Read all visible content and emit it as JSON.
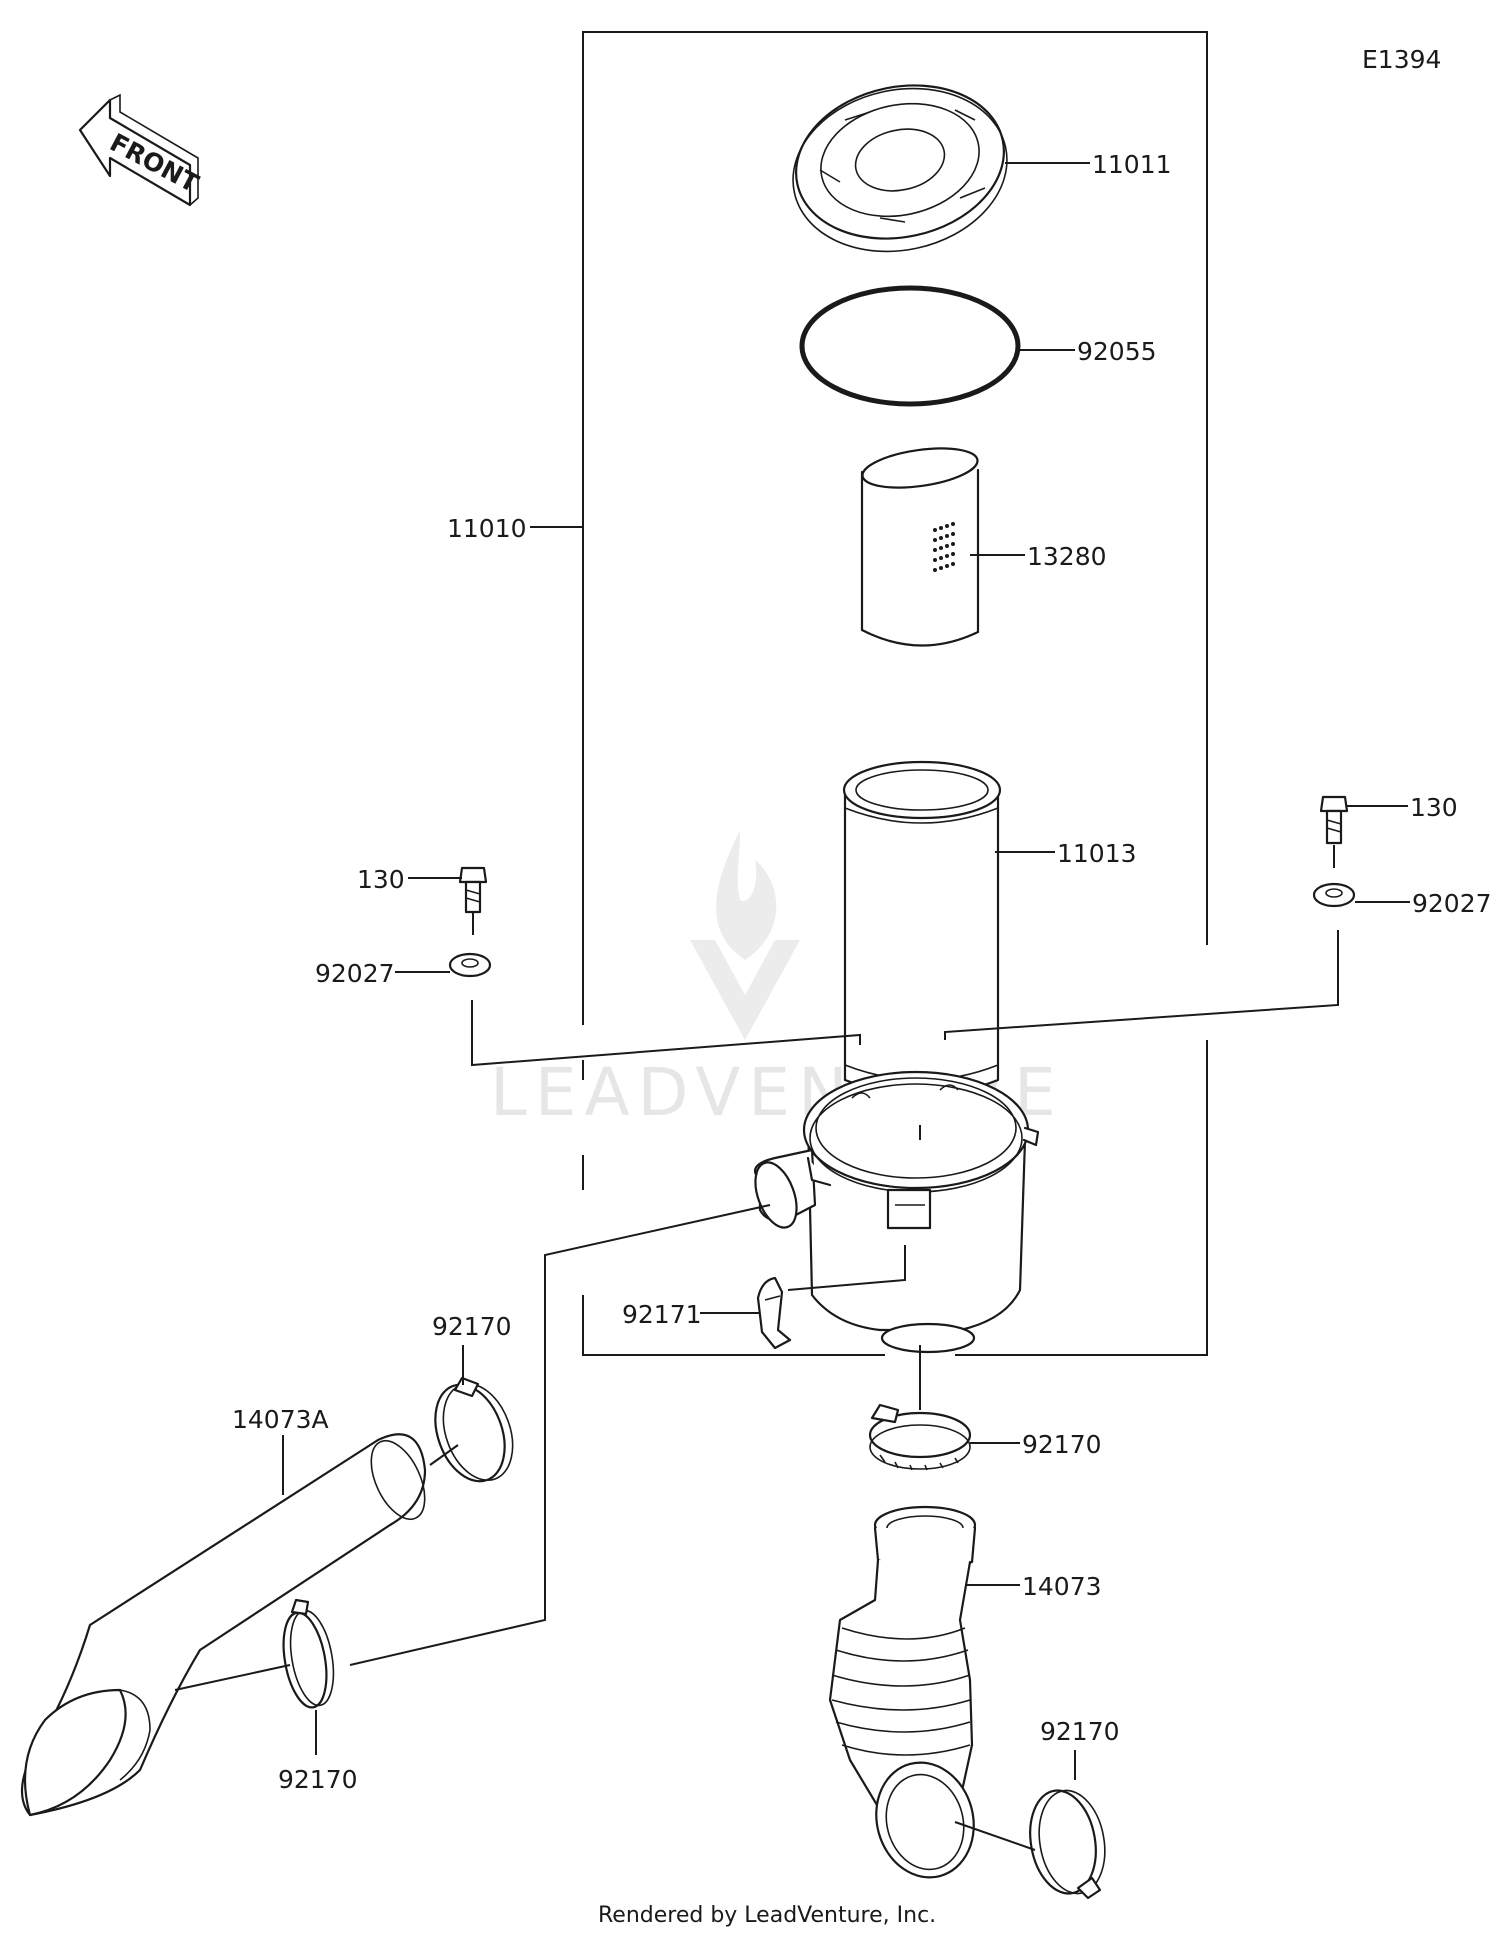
{
  "diagram_code": "E1394",
  "front_arrow_label": "FRONT",
  "watermark": "LEADVENTURE",
  "footer": "Rendered by LeadVenture, Inc.",
  "callouts": {
    "c11011": "11011",
    "c92055": "92055",
    "c13280": "13280",
    "c11010": "11010",
    "c11013": "11013",
    "c130_left": "130",
    "c92027_left": "92027",
    "c130_right": "130",
    "c92027_right": "92027",
    "c92171": "92171",
    "c92170_clamp_top": "92170",
    "c92170_center": "92170",
    "c14073A": "14073A",
    "c14073": "14073",
    "c92170_left_bottom": "92170",
    "c92170_right_bottom": "92170"
  }
}
